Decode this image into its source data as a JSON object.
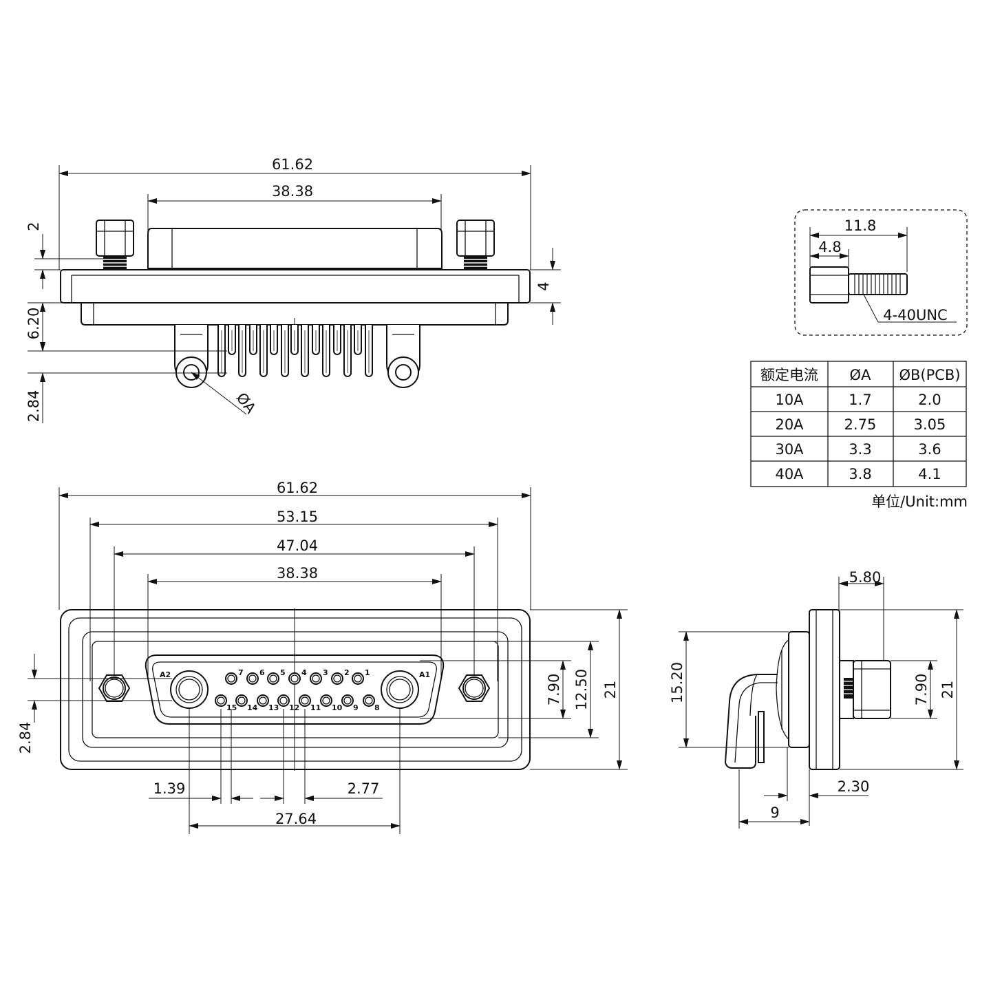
{
  "top_view": {
    "overall_width": "61.62",
    "shell_width": "38.38",
    "screw_height": "2",
    "flange_thickness": "4",
    "pin_length": "6.20",
    "pin_row_spacing": "2.84",
    "hole_label": "ØA"
  },
  "screw_detail": {
    "length": "11.8",
    "head_length": "4.8",
    "thread": "4-40UNC"
  },
  "current_table": {
    "headers": [
      "额定电流",
      "ØA",
      "ØB(PCB)"
    ],
    "rows": [
      [
        "10A",
        "1.7",
        "2.0"
      ],
      [
        "20A",
        "2.75",
        "3.05"
      ],
      [
        "30A",
        "3.3",
        "3.6"
      ],
      [
        "40A",
        "3.8",
        "4.1"
      ]
    ],
    "unit": "单位/Unit:mm"
  },
  "front_view": {
    "overall_width": "61.62",
    "outer_span": "53.15",
    "mounting_hole_spacing": "47.04",
    "shell_width": "38.38",
    "pin_pitch_small": "1.39",
    "pin_pitch_large": "2.77",
    "power_contact_spacing": "27.64",
    "row_spacing": "2.84",
    "shell_height": "7.90",
    "inner_height": "12.50",
    "overall_height": "21",
    "power_contact_labels": [
      "A1",
      "A2"
    ],
    "top_row_pins": [
      "1",
      "2",
      "3",
      "4",
      "5",
      "6",
      "7"
    ],
    "bottom_row_pins": [
      "8",
      "9",
      "10",
      "11",
      "12",
      "13",
      "14",
      "15"
    ]
  },
  "side_view": {
    "flange_offset": "5.80",
    "body_height": "15.20",
    "screw_height": "7.90",
    "overall_height": "21",
    "flange_thickness": "2.30",
    "depth": "9"
  }
}
